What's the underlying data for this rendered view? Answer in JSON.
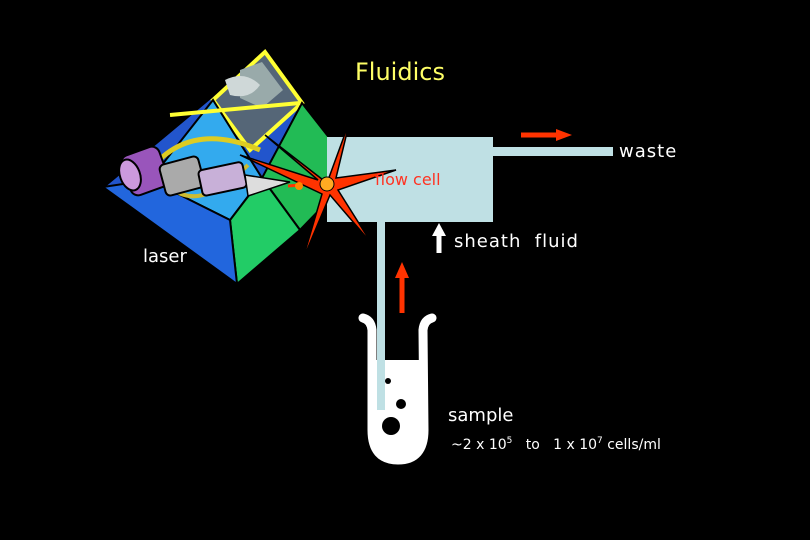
{
  "title": "Fluidics",
  "labels": {
    "waste": "waste",
    "flow_cell": "flow cell",
    "sheath_fluid": "sheath  fluid",
    "laser": "laser",
    "sample": "sample"
  },
  "concentration": {
    "prefix": "~2 x 10",
    "exp1": "5",
    "middle": "   to   1 x 10",
    "exp2": "7",
    "suffix": " cells/ml"
  },
  "colors": {
    "background": "#000000",
    "title": "#ffff66",
    "flow_cell_fill": "#bfe0e4",
    "arrow_red": "#ff3300",
    "arrow_white": "#ffffff",
    "flow_cell_text": "#ff3322"
  },
  "icons": [
    "laser-clipart-icon",
    "starburst-icon",
    "test-tube-icon"
  ]
}
